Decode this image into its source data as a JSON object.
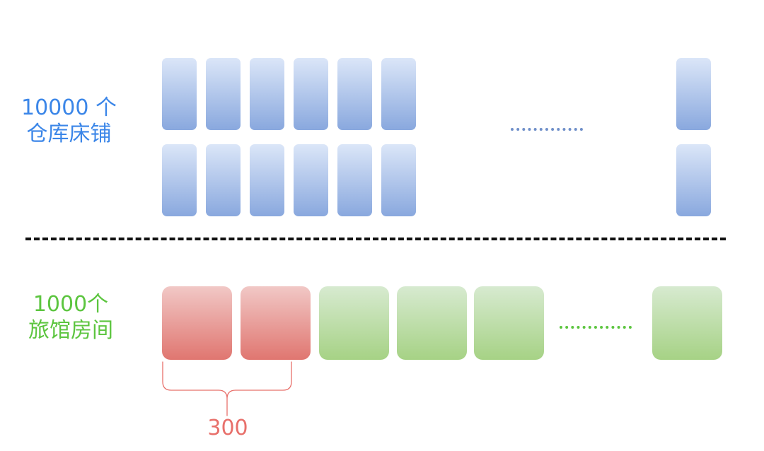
{
  "warehouse": {
    "label_line1": "10000 个",
    "label_line2": "仓库床铺",
    "label_color": "#3b86e8",
    "bed_gradient_top": "#dbe6f8",
    "bed_gradient_bottom": "#89a8de",
    "ellipsis": "...........",
    "ellipsis_color": "#6f8fc9"
  },
  "hotel": {
    "label_line1": "1000个",
    "label_line2": "旅馆房间",
    "label_color": "#5cc53f",
    "occupied_gradient_top": "#f1c8c6",
    "occupied_gradient_bottom": "#e07670",
    "free_gradient_top": "#d7ead0",
    "free_gradient_bottom": "#a6d285",
    "ellipsis": "...........",
    "ellipsis_color": "#5cc53f",
    "occupied_count": "300",
    "occupied_color": "#e8706b"
  },
  "divider": {
    "color": "#111111",
    "style": "dashed"
  }
}
